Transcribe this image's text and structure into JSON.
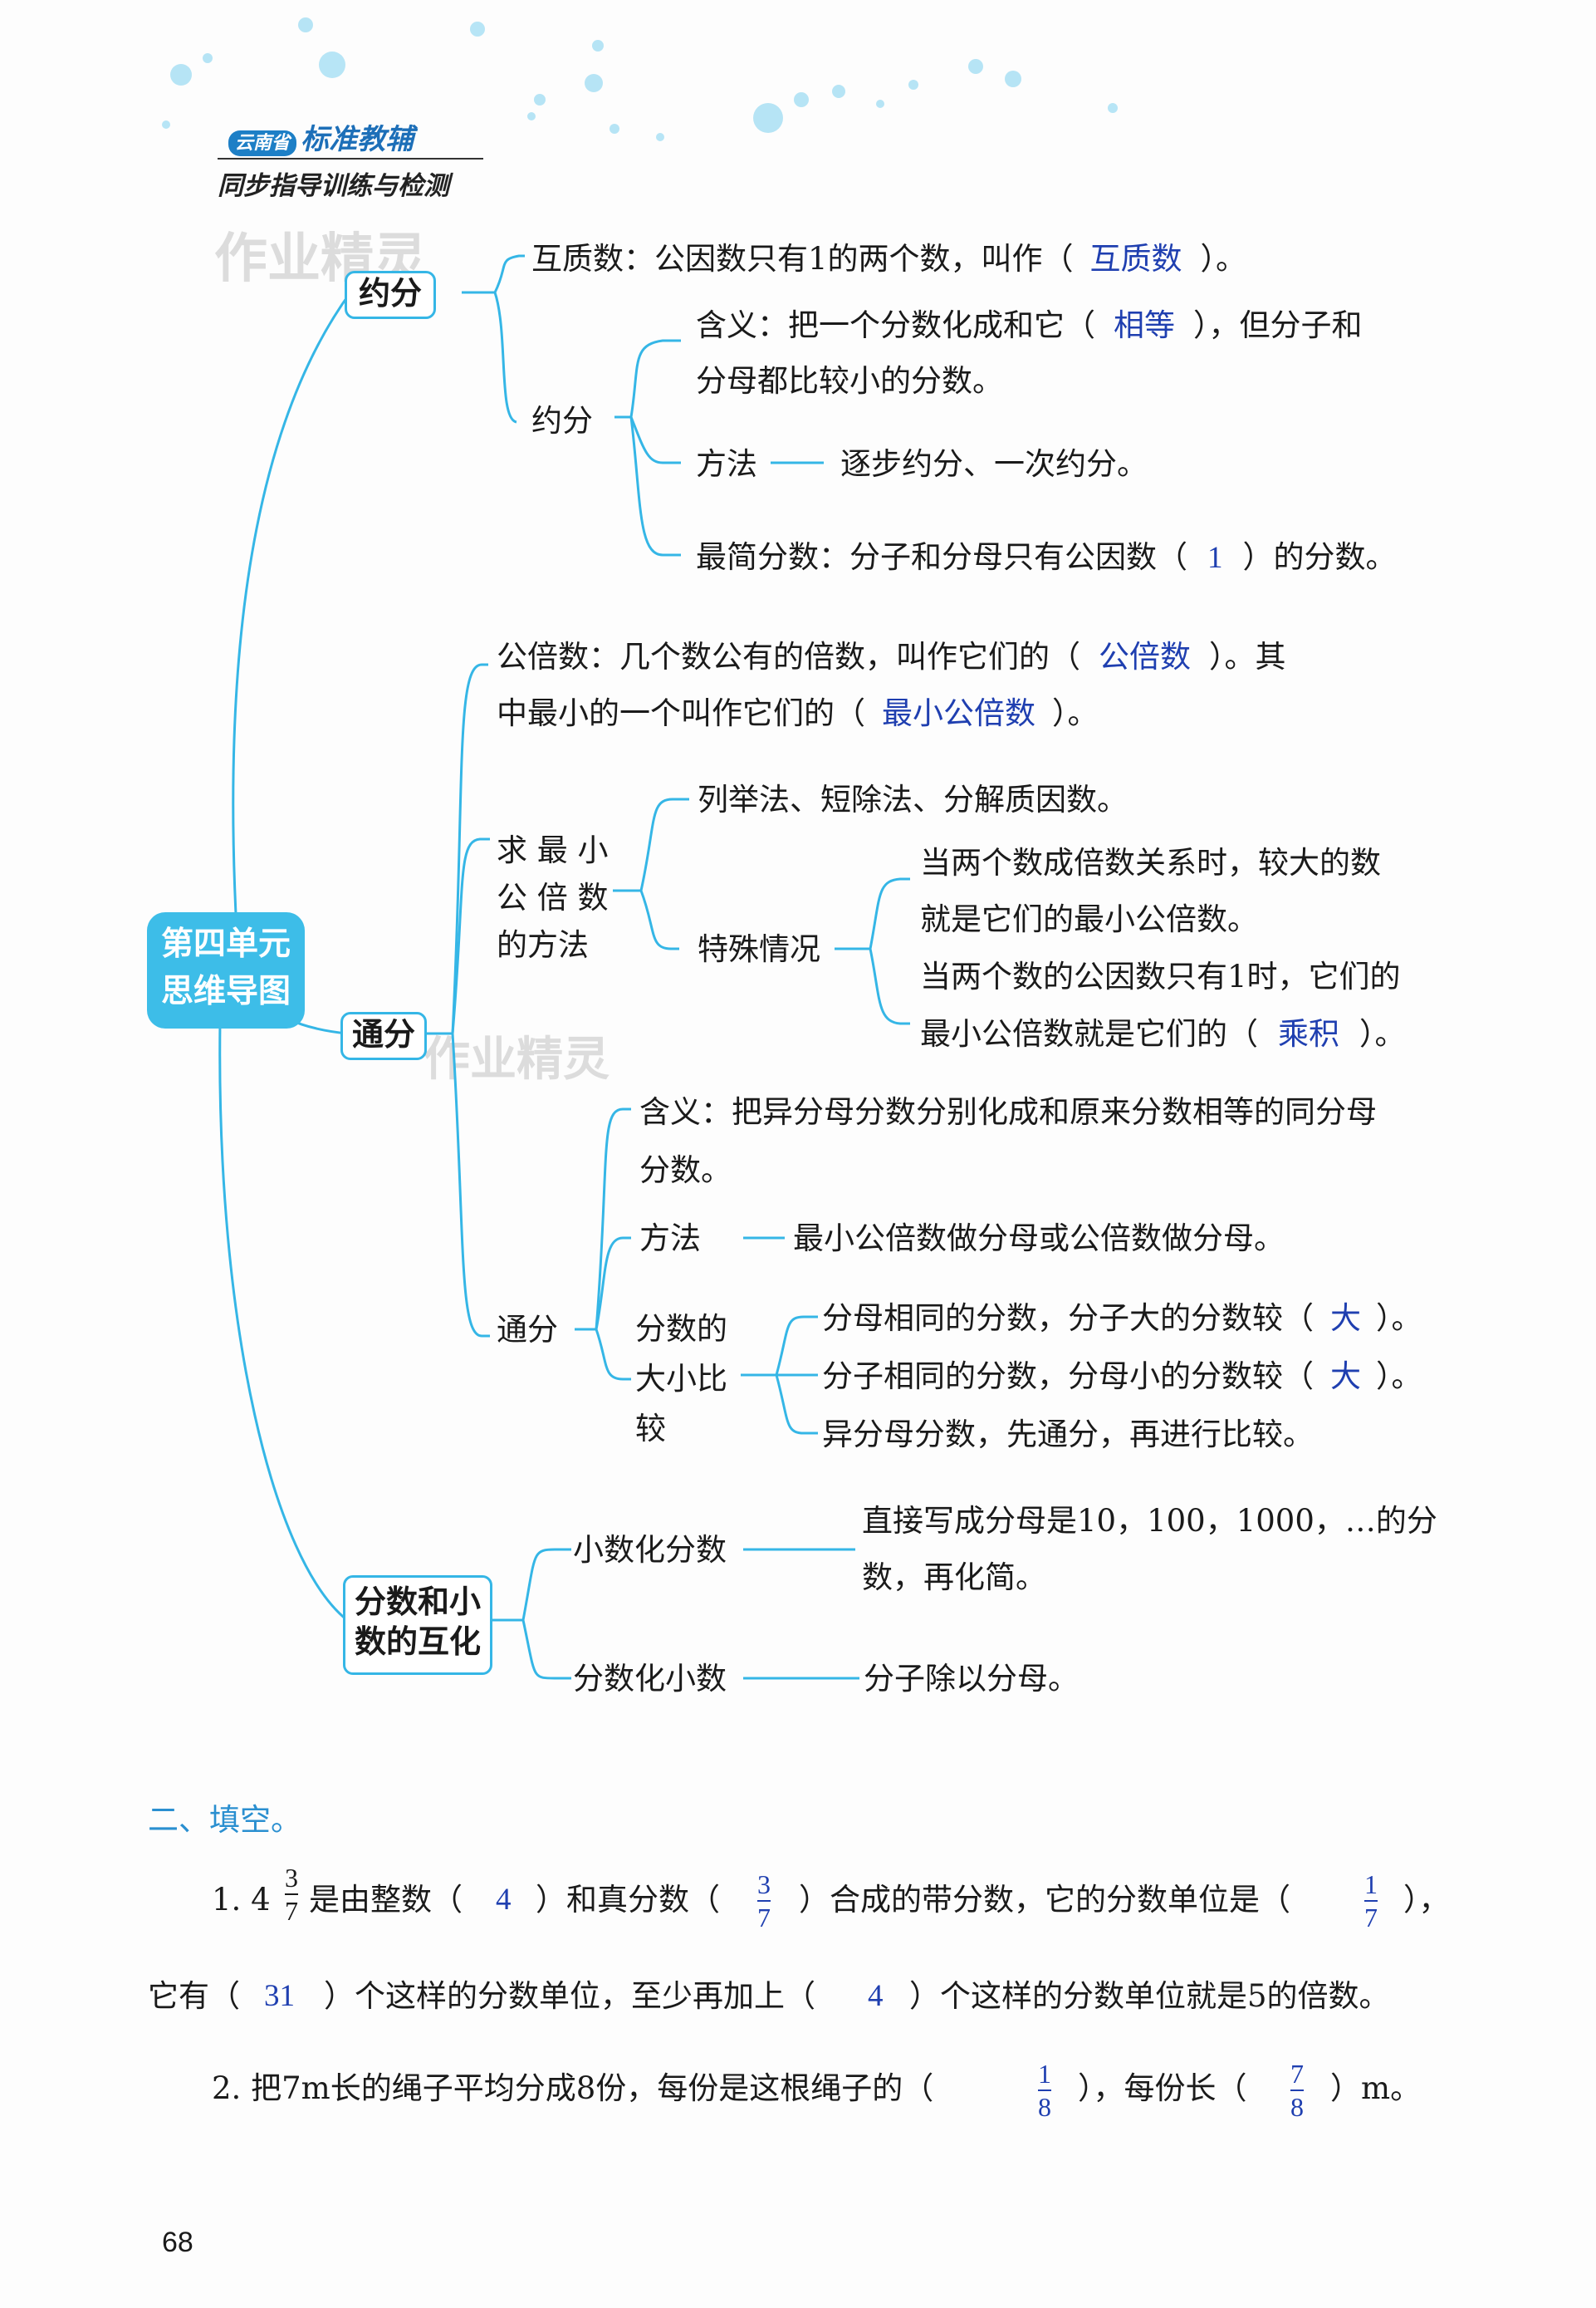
{
  "header": {
    "brand_badge": "云南省",
    "brand_name": "标准教辅",
    "book_title": "同步指导训练与检测"
  },
  "watermark": "作业精灵",
  "mindmap": {
    "root": [
      "第四单元",
      "思维导图"
    ],
    "yuefen": {
      "node": "约分",
      "huzhi": {
        "pre": "互质数：公因数只有1的两个数，叫作（",
        "ans": "互质数",
        "post": "）。"
      },
      "sub": "约分",
      "hanyi": {
        "pre": "含义：把一个分数化成和它（",
        "ans": "相等",
        "post": "），但分子和",
        "line2": "分母都比较小的分数。"
      },
      "fangfa": {
        "label": "方法",
        "text": "逐步约分、一次约分。"
      },
      "zuijian": {
        "pre": "最简分数：分子和分母只有公因数（",
        "ans": "1",
        "post": "）的分数。"
      }
    },
    "tongfen": {
      "node": "通分",
      "gongbei": {
        "pre": "公倍数：几个数公有的倍数，叫作它们的（",
        "ans": "公倍数",
        "post": "）。其",
        "pre2": "中最小的一个叫作它们的（",
        "ans2": "最小公倍数",
        "post2": "）。"
      },
      "qiu": {
        "label": [
          "求 最 小",
          "公 倍 数",
          "的方法"
        ],
        "methods": "列举法、短除法、分解质因数。",
        "special": "特殊情况",
        "case1": [
          "当两个数成倍数关系时，较大的数",
          "就是它们的最小公倍数。"
        ],
        "case2_l1": "当两个数的公因数只有1时，它们的",
        "case2_pre": "最小公倍数就是它们的（",
        "case2_ans": "乘积",
        "case2_post": "）。"
      },
      "sub": "通分",
      "hanyi": [
        "含义：把异分母分数分别化成和原来分数相等的同分母",
        "分数。"
      ],
      "fangfa": {
        "label": "方法",
        "text": "最小公倍数做分母或公倍数做分母。"
      },
      "bijiao": {
        "label": [
          "分数的",
          "大小比",
          "较"
        ],
        "r1": {
          "pre": "分母相同的分数，分子大的分数较（",
          "ans": "大",
          "post": "）。"
        },
        "r2": {
          "pre": "分子相同的分数，分母小的分数较（",
          "ans": "大",
          "post": "）。"
        },
        "r3": "异分母分数，先通分，再进行比较。"
      }
    },
    "huhua": {
      "node": [
        "分数和小",
        "数的互化"
      ],
      "xiaoshu": {
        "label": "小数化分数",
        "text": [
          "直接写成分母是10，100，1000，…的分",
          "数，再化简。"
        ]
      },
      "fenshu": {
        "label": "分数化小数",
        "text": "分子除以分母。"
      }
    }
  },
  "exercise": {
    "heading": "二、填空。",
    "q1": {
      "num": "1. 4",
      "mixed_num": "3",
      "mixed_den": "7",
      "t1": "是由整数（",
      "a1": "4",
      "t2": "）和真分数（",
      "a2_num": "3",
      "a2_den": "7",
      "t3": "）合成的带分数，它的分数单位是（",
      "a3_num": "1",
      "a3_den": "7",
      "t4": "），",
      "l2_pre": "它有（",
      "a4": "31",
      "l2_mid": "）个这样的分数单位，至少再加上（",
      "a5": "4",
      "l2_post": "）个这样的分数单位就是5的倍数。"
    },
    "q2": {
      "pre": "2. 把7m长的绳子平均分成8份，每份是这根绳子的（",
      "a1_num": "1",
      "a1_den": "8",
      "mid": "），每份长（",
      "a2_num": "7",
      "a2_den": "8",
      "post": "）m。"
    }
  },
  "page_number": "68",
  "colors": {
    "line": "#35b6e6",
    "answer": "#1f3fb0",
    "root_bg": "#3dbde8"
  }
}
